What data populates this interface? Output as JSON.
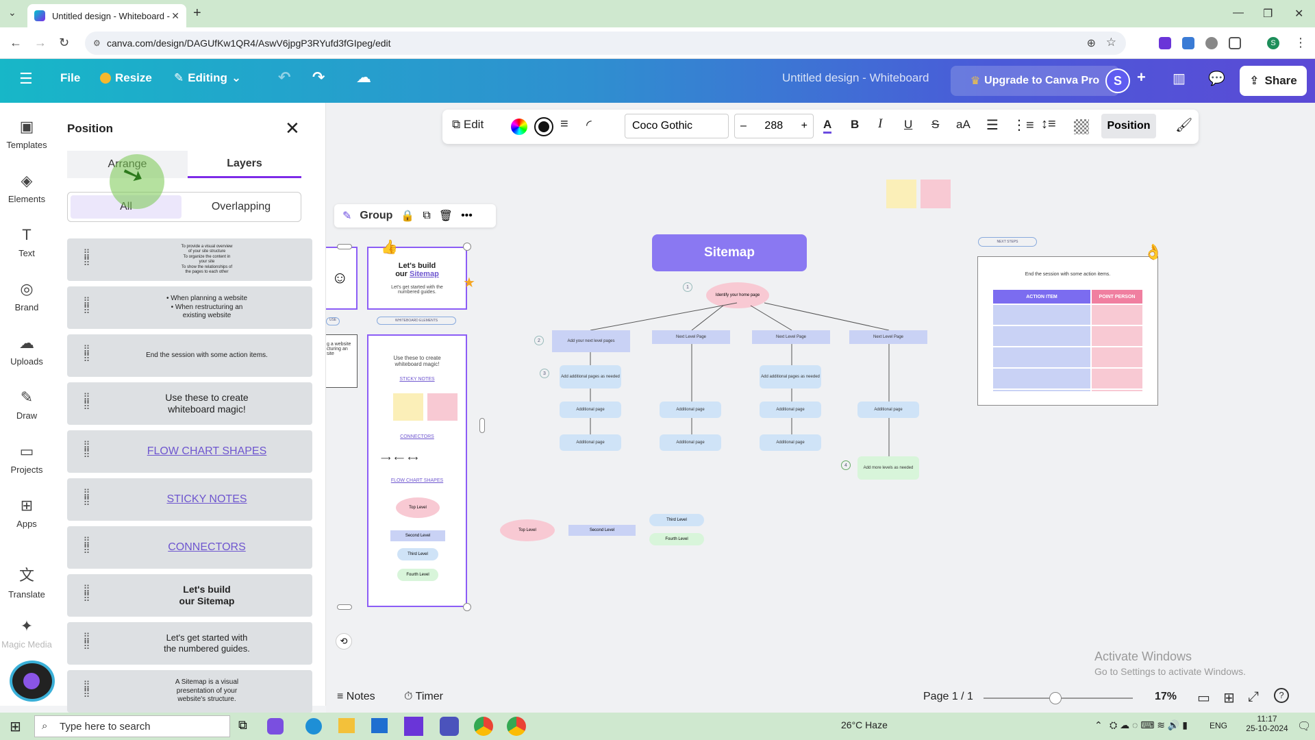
{
  "browser": {
    "tab_title": "Untitled design - Whiteboard -",
    "url": "canva.com/design/DAGUfKw1QR4/AswV6jpgP3RYufd3fGIpeg/edit"
  },
  "topbar": {
    "file": "File",
    "resize": "Resize",
    "editing": "Editing",
    "doc_title": "Untitled design - Whiteboard",
    "upgrade": "Upgrade to Canva Pro",
    "avatar": "S",
    "share": "Share"
  },
  "rail": [
    {
      "label": "Templates",
      "icon": "templates-icon",
      "glyph": "▣"
    },
    {
      "label": "Elements",
      "icon": "elements-icon",
      "glyph": "◈"
    },
    {
      "label": "Text",
      "icon": "text-icon",
      "glyph": "T"
    },
    {
      "label": "Brand",
      "icon": "brand-icon",
      "glyph": "◎"
    },
    {
      "label": "Uploads",
      "icon": "uploads-icon",
      "glyph": "☁"
    },
    {
      "label": "Draw",
      "icon": "draw-icon",
      "glyph": "✎"
    },
    {
      "label": "Projects",
      "icon": "projects-icon",
      "glyph": "▭"
    },
    {
      "label": "Apps",
      "icon": "apps-icon",
      "glyph": "⊞"
    },
    {
      "label": "Translate",
      "icon": "translate-icon",
      "glyph": "文"
    },
    {
      "label": "Magic Media",
      "icon": "magic-media-icon",
      "glyph": "✦"
    }
  ],
  "panel": {
    "title": "Position",
    "tabs": {
      "arrange": "Arrange",
      "layers": "Layers"
    },
    "filters": {
      "all": "All",
      "overlapping": "Overlapping"
    },
    "layers": [
      {
        "lines": [
          "To provide a visual overview",
          "of your site structure",
          "To organize the content in",
          "your site",
          "To show the relationships of",
          "the pages to each other"
        ],
        "size": 6
      },
      {
        "lines": [
          "• When planning a website",
          "• When restructuring an",
          "existing website"
        ],
        "size": 10
      },
      {
        "lines": [
          "End the session with some action items."
        ],
        "size": 10
      },
      {
        "lines": [
          "Use these to create",
          "whiteboard magic!"
        ],
        "size": 14
      },
      {
        "lines": [
          "FLOW CHART SHAPES"
        ],
        "size": 16,
        "link": true
      },
      {
        "lines": [
          "STICKY NOTES"
        ],
        "size": 16,
        "link": true
      },
      {
        "lines": [
          "CONNECTORS"
        ],
        "size": 16,
        "link": true
      },
      {
        "lines": [
          "Let's build",
          "our Sitemap"
        ],
        "size": 14,
        "bold": true
      },
      {
        "lines": [
          "Let's get started with",
          "the numbered guides."
        ],
        "size": 13
      },
      {
        "lines": [
          "A Sitemap is a visual",
          "presentation of your",
          "website's structure."
        ],
        "size": 10
      }
    ]
  },
  "toolbar": {
    "edit": "Edit",
    "font": "Coco Gothic",
    "minus": "–",
    "size": "288",
    "plus": "+",
    "position": "Position"
  },
  "group_toolbar": {
    "group": "Group"
  },
  "canvas": {
    "sitemap_title": "Sitemap",
    "home_page": "Identify your home page",
    "next_level": "Next Level Page",
    "add_next": "Add your next level pages",
    "add_additional": "Add additional pages as needed",
    "additional": "Additional page",
    "add_more": "Add more levels as needed",
    "next_steps": "NEXT STEPS",
    "end_session": "End the session with some action items.",
    "action_item": "ACTION ITEM",
    "point_person": "POINT PERSON",
    "build_title1": "Let's build",
    "build_title2": "our",
    "build_link": "Sitemap",
    "build_sub": "Let's get started with the numbered guides.",
    "wb_elements": "WHITEBOARD ELEMENTS",
    "use_these": "Use these to create whiteboard magic!",
    "sticky": "STICKY NOTES",
    "connectors": "CONNECTORS",
    "flow": "FLOW CHART SHAPES",
    "top_level": "Top Level",
    "second_level": "Second Level",
    "third_level": "Third Level",
    "fourth_level": "Fourth Level",
    "use": "USE",
    "partial_text": "g a website cturing an site",
    "nums": [
      "1",
      "2",
      "3",
      "4"
    ]
  },
  "bottom": {
    "notes": "Notes",
    "timer": "Timer",
    "page": "Page 1 / 1",
    "zoom": "17%",
    "zoom_fraction": 0.48
  },
  "watermark": {
    "line1": "Activate Windows",
    "line2": "Go to Settings to activate Windows."
  },
  "taskbar": {
    "search": "Type here to search",
    "weather": "26°C  Haze",
    "lang": "ENG",
    "time": "11:17",
    "date": "25-10-2024"
  }
}
